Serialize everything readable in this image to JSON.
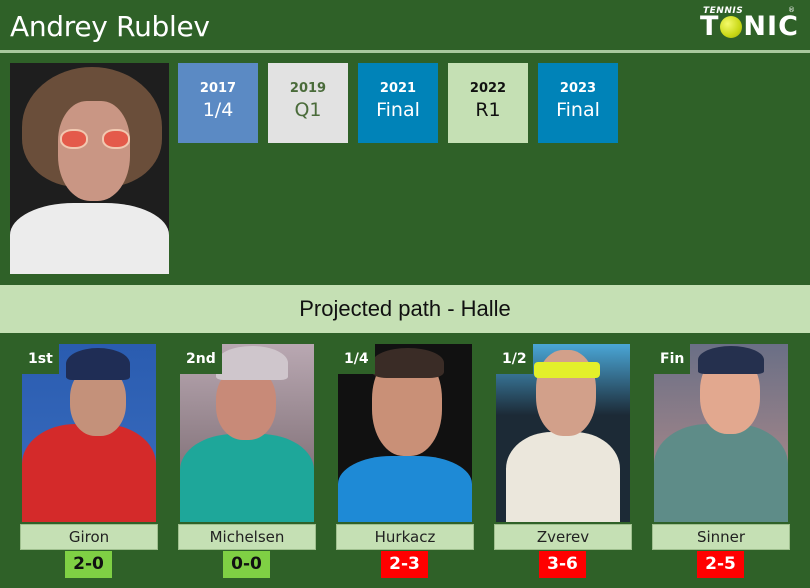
{
  "header": {
    "player_name": "Andrey Rublev",
    "logo": {
      "top_text": "TENNIS",
      "main_text_left": "T",
      "main_text_right": "NIC",
      "ball_icon": "tennis-ball-icon",
      "registered": "®"
    }
  },
  "history": [
    {
      "year": "2017",
      "result": "1/4",
      "bg": "#5b8ac4",
      "year_color": "#ffffff",
      "result_color": "#ffffff"
    },
    {
      "year": "2019",
      "result": "Q1",
      "bg": "#e2e2e2",
      "year_color": "#4a6b3a",
      "result_color": "#4a6b3a"
    },
    {
      "year": "2021",
      "result": "Final",
      "bg": "#0083b8",
      "year_color": "#ffffff",
      "result_color": "#ffffff"
    },
    {
      "year": "2022",
      "result": "R1",
      "bg": "#c5e0b4",
      "year_color": "#111111",
      "result_color": "#111111"
    },
    {
      "year": "2023",
      "result": "Final",
      "bg": "#0083b8",
      "year_color": "#ffffff",
      "result_color": "#ffffff"
    }
  ],
  "path": {
    "title": "Projected path - Halle",
    "opponents": [
      {
        "round": "1st",
        "name": "Giron",
        "h2h": "2-0",
        "outcome": "win"
      },
      {
        "round": "2nd",
        "name": "Michelsen",
        "h2h": "0-0",
        "outcome": "win"
      },
      {
        "round": "1/4",
        "name": "Hurkacz",
        "h2h": "2-3",
        "outcome": "loss"
      },
      {
        "round": "1/2",
        "name": "Zverev",
        "h2h": "3-6",
        "outcome": "loss"
      },
      {
        "round": "Fin",
        "name": "Sinner",
        "h2h": "2-5",
        "outcome": "loss"
      }
    ]
  },
  "colors": {
    "background": "#2f6128",
    "banner": "#c5e0b4",
    "win": "#7fd044",
    "loss": "#ff0000"
  }
}
